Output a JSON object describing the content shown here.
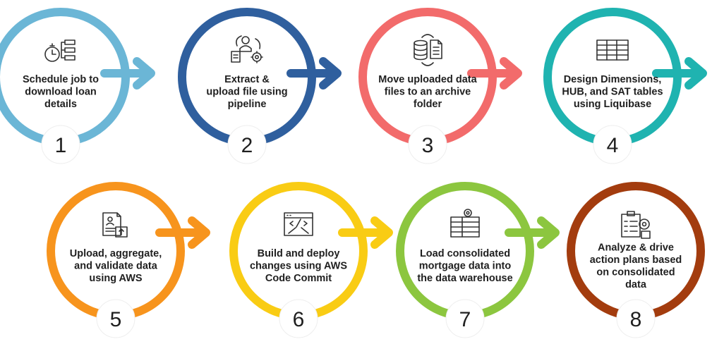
{
  "steps": [
    {
      "number": "1",
      "label_lines": [
        "Schedule job to",
        "download loan",
        "details"
      ],
      "color": "#6bb6d6",
      "icon": "clock-checklist-icon"
    },
    {
      "number": "2",
      "label_lines": [
        "Extract &",
        "upload file using",
        "pipeline"
      ],
      "color": "#2f5f9e",
      "icon": "worker-gear-icon"
    },
    {
      "number": "3",
      "label_lines": [
        "Move uploaded data",
        "files to an archive",
        "folder"
      ],
      "color": "#f26b6b",
      "icon": "database-transfer-icon"
    },
    {
      "number": "4",
      "label_lines": [
        "Design Dimensions,",
        "HUB, and SAT tables",
        "using Liquibase"
      ],
      "color": "#1fb3b0",
      "icon": "table-grid-icon"
    },
    {
      "number": "5",
      "label_lines": [
        "Upload, aggregate,",
        "and validate data",
        "using AWS"
      ],
      "color": "#f7941d",
      "icon": "document-upload-icon"
    },
    {
      "number": "6",
      "label_lines": [
        "Build and deploy",
        "changes using AWS",
        "Code Commit"
      ],
      "color": "#f9cc14",
      "icon": "code-tools-icon"
    },
    {
      "number": "7",
      "label_lines": [
        "Load consolidated",
        "mortgage data into",
        "the data warehouse"
      ],
      "color": "#8cc63f",
      "icon": "server-gear-icon"
    },
    {
      "number": "8",
      "label_lines": [
        "Analyze & drive",
        "action plans based",
        "on consolidated",
        "data"
      ],
      "color": "#a33c0e",
      "icon": "clipboard-analysis-icon"
    }
  ]
}
